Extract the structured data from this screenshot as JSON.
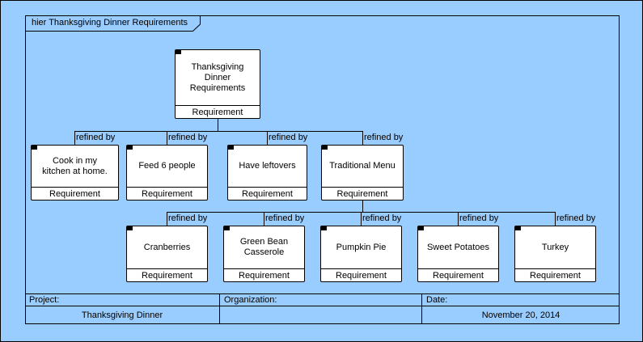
{
  "colors": {
    "background": "#99CCFF",
    "box_fill": "#FFFFFF",
    "line": "#000000"
  },
  "frame": {
    "tab_label": "hier Thanksgiving Dinner Requirements"
  },
  "connector_label": "refined by",
  "boxes": {
    "root": {
      "title": "Thanksgiving\nDinner\nRequirements",
      "stereotype": "Requirement"
    },
    "cook": {
      "title": "Cook in my\nkitchen at home.",
      "stereotype": "Requirement"
    },
    "feed": {
      "title": "Feed 6 people",
      "stereotype": "Requirement"
    },
    "leftovers": {
      "title": "Have leftovers",
      "stereotype": "Requirement"
    },
    "traditional": {
      "title": "Traditional Menu",
      "stereotype": "Requirement"
    },
    "cranberries": {
      "title": "Cranberries",
      "stereotype": "Requirement"
    },
    "greenbean": {
      "title": "Green Bean\nCasserole",
      "stereotype": "Requirement"
    },
    "pumpkin": {
      "title": "Pumpkin Pie",
      "stereotype": "Requirement"
    },
    "sweet": {
      "title": "Sweet Potatoes",
      "stereotype": "Requirement"
    },
    "turkey": {
      "title": "Turkey",
      "stereotype": "Requirement"
    }
  },
  "footer": {
    "project_label": "Project:",
    "project_value": "Thanksgiving Dinner",
    "organization_label": "Organization:",
    "organization_value": "",
    "date_label": "Date:",
    "date_value": "November 20, 2014"
  }
}
